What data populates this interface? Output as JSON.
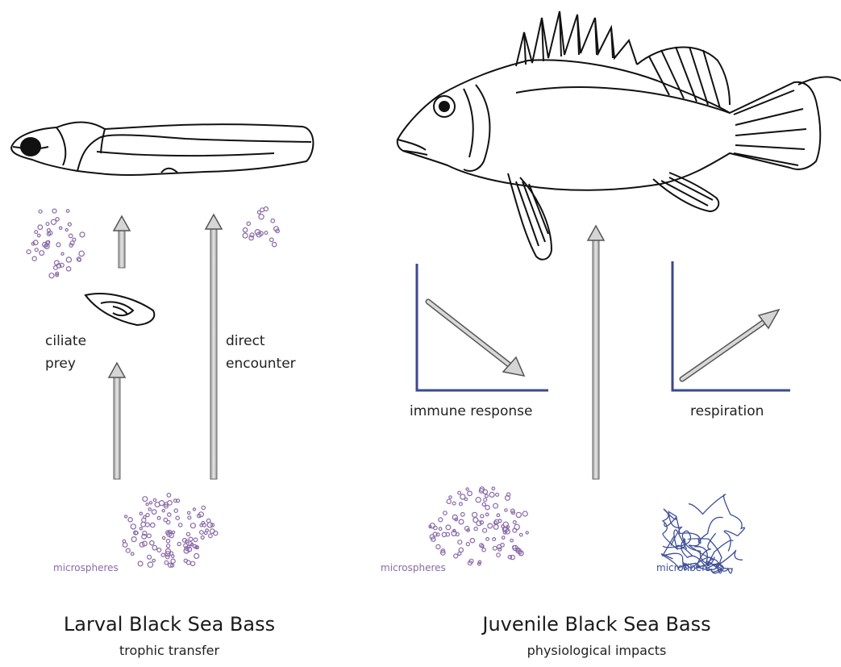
{
  "left_panel": {
    "title": "Larval Black Sea Bass",
    "subtitle": "trophic transfer",
    "prey_label_line1": "ciliate",
    "prey_label_line2": "prey",
    "direct_label_line1": "direct",
    "direct_label_line2": "encounter",
    "microspheres_label": "microspheres"
  },
  "right_panel": {
    "title": "Juvenile Black Sea Bass",
    "subtitle": "physiological impacts",
    "immune_label": "immune response",
    "respiration_label": "respiration",
    "microspheres_label": "microspheres",
    "microfibers_label": "microfibers"
  },
  "colors": {
    "microsphere": "#8a6aa8",
    "microfiber": "#3d4f96",
    "axis": "#3b4a8c",
    "arrow_fill": "#c9c9c9",
    "arrow_stroke": "#555555"
  }
}
